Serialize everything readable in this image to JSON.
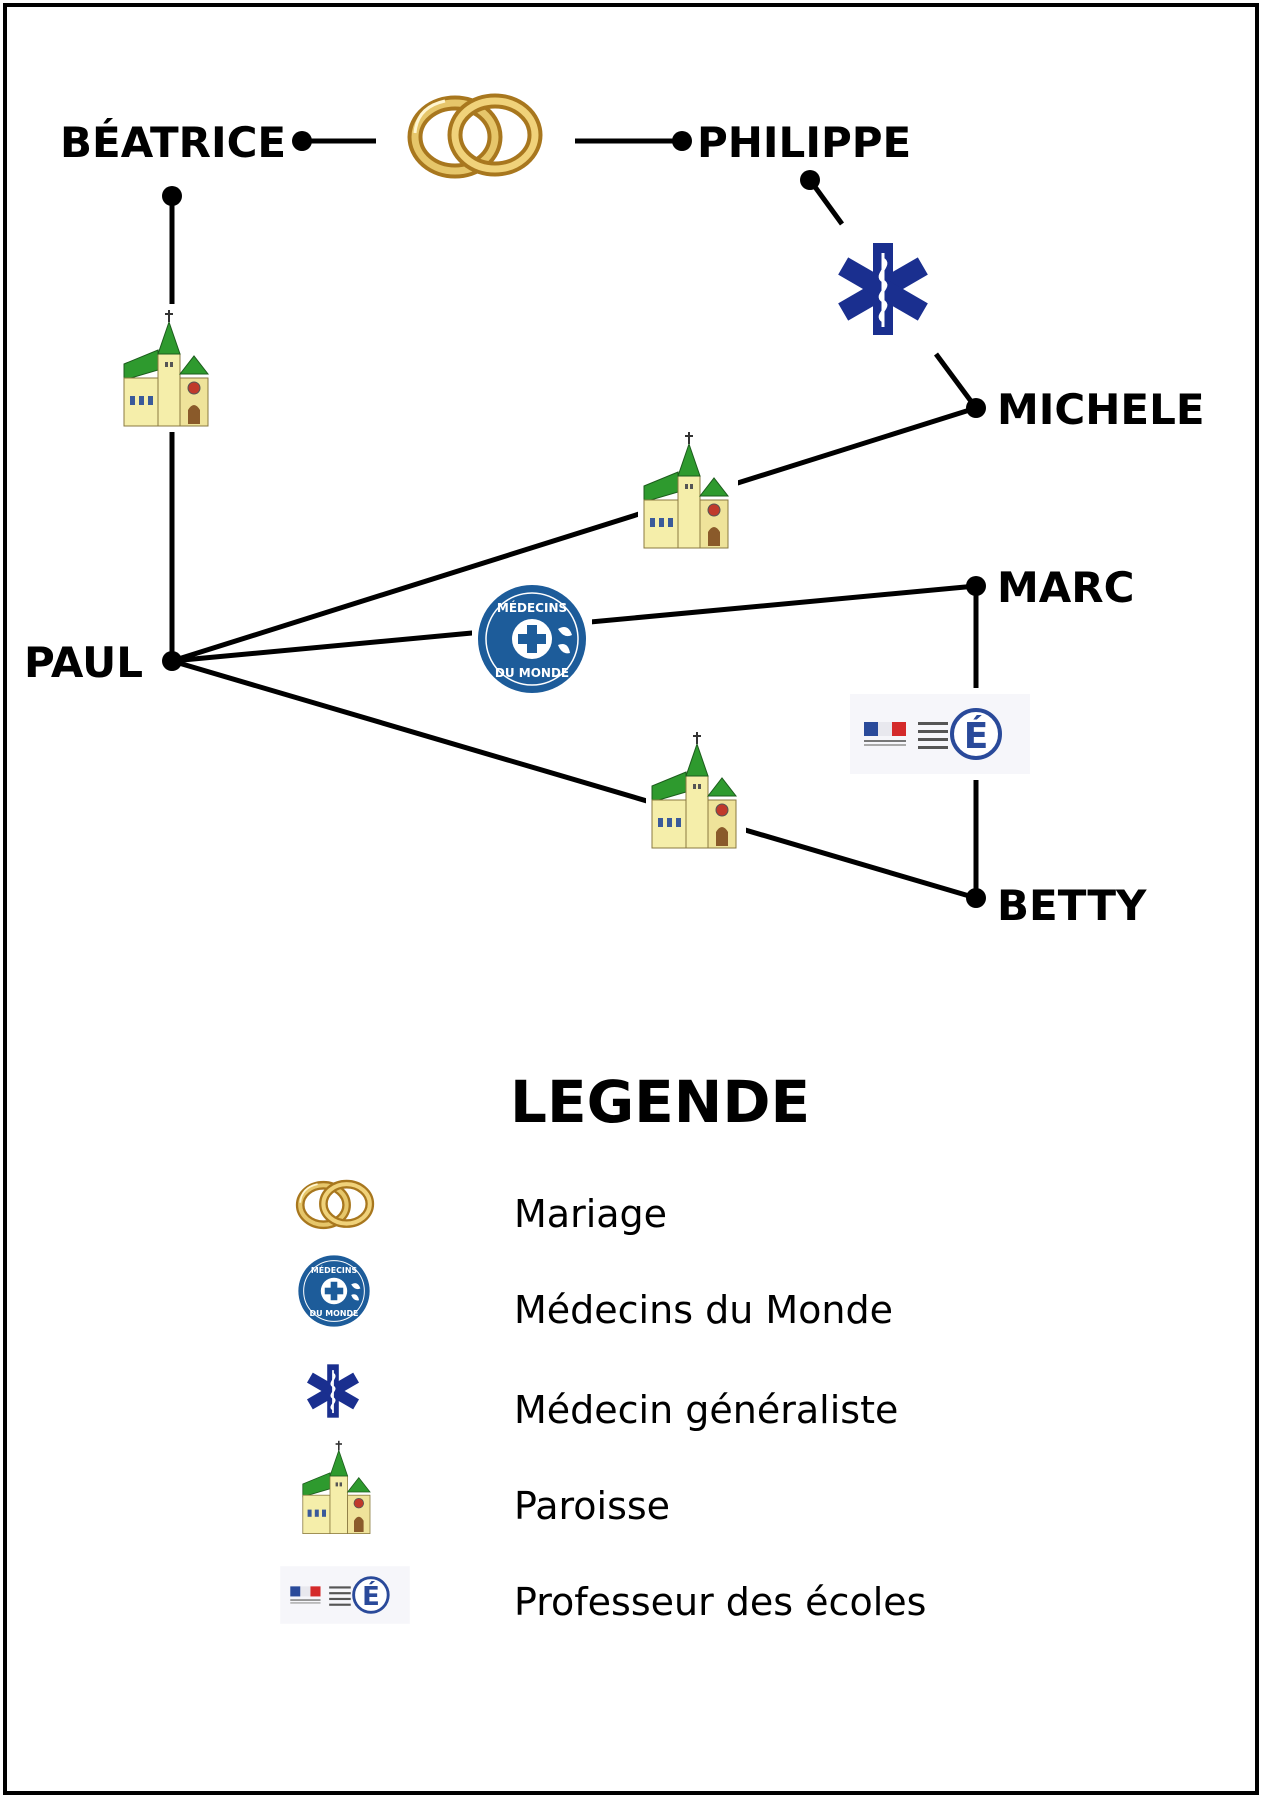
{
  "diagram": {
    "nodes": {
      "beatrice": "BÉATRICE",
      "philippe": "PHILIPPE",
      "michele": "MICHELE",
      "marc": "MARC",
      "paul": "PAUL",
      "betty": "BETTY"
    },
    "links": [
      {
        "from": "beatrice",
        "to": "philippe",
        "relation": "Mariage"
      },
      {
        "from": "philippe",
        "to": "michele",
        "relation": "Médecin généraliste"
      },
      {
        "from": "beatrice",
        "to": "paul",
        "relation": "Paroisse"
      },
      {
        "from": "paul",
        "to": "michele",
        "relation": "Paroisse"
      },
      {
        "from": "paul",
        "to": "marc",
        "relation": "Médecins du Monde"
      },
      {
        "from": "paul",
        "to": "betty",
        "relation": "Paroisse"
      },
      {
        "from": "marc",
        "to": "betty",
        "relation": "Professeur des écoles"
      }
    ]
  },
  "legend": {
    "title": "LEGENDE",
    "items": [
      {
        "icon": "wedding-rings-icon",
        "label": "Mariage"
      },
      {
        "icon": "medecins-du-monde-logo-icon",
        "label": "Médecins du Monde"
      },
      {
        "icon": "star-of-life-icon",
        "label": "Médecin généraliste"
      },
      {
        "icon": "church-icon",
        "label": "Paroisse"
      },
      {
        "icon": "ministere-education-logo-icon",
        "label": "Professeur des écoles"
      }
    ]
  },
  "colors": {
    "line": "#000000",
    "ring_gold": "#c9a13c",
    "medical_blue": "#1a2f8f",
    "mdm_blue": "#1d5c9a",
    "church_wall": "#f5eeaa",
    "church_roof": "#2e9a2e"
  }
}
